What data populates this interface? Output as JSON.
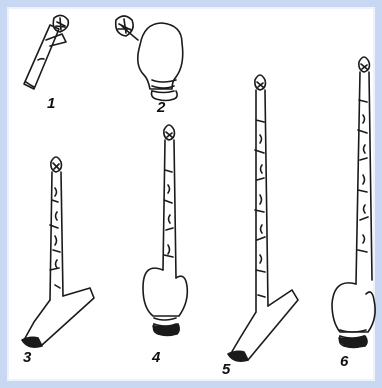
{
  "figure": {
    "labels": [
      "1",
      "2",
      "3",
      "4",
      "5",
      "6"
    ]
  },
  "colors": {
    "ink": "#1a1a1a",
    "paper": "#ffffff",
    "frame": "#c9d8f2"
  }
}
